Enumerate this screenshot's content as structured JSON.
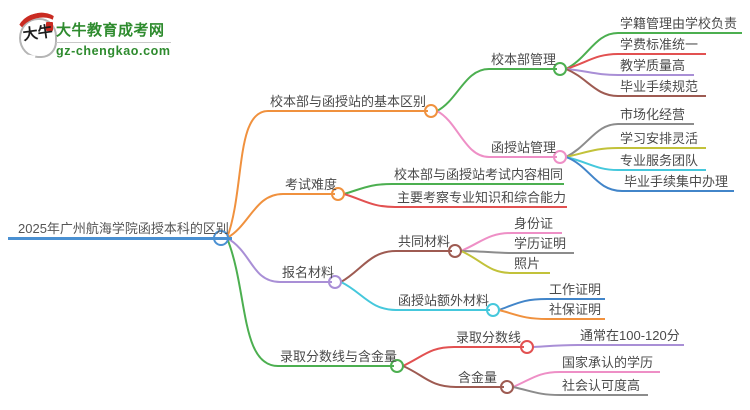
{
  "logo": {
    "icon_text": "大牛",
    "title": "大牛教育成考网",
    "domain": "gz-chengkao.com"
  },
  "palette": {
    "root_blue": "#4A90D2",
    "orange": "#F0913E",
    "green": "#4CAF50",
    "pink": "#EE8FC6",
    "purple": "#A98FD6",
    "red": "#E25151",
    "brown": "#9E5B52",
    "gray": "#8C8C8C",
    "olive": "#C2C23A",
    "cyan": "#45C8DC",
    "blue": "#4285C9",
    "text": "#4A4A4A",
    "logo_green": "#2E8B2E"
  },
  "mindmap": {
    "root": {
      "label": "2025年广州航海学院函授本科的区别"
    },
    "branches": [
      {
        "label": "校本部与函授站的基本区别",
        "children": [
          {
            "label": "校本部管理",
            "children": [
              "学籍管理由学校负责",
              "学费标准统一",
              "教学质量高",
              "毕业手续规范"
            ]
          },
          {
            "label": "函授站管理",
            "children": [
              "市场化经营",
              "学习安排灵活",
              "专业服务团队",
              "毕业手续集中办理"
            ]
          }
        ]
      },
      {
        "label": "考试难度",
        "children": [
          "校本部与函授站考试内容相同",
          "主要考察专业知识和综合能力"
        ]
      },
      {
        "label": "报名材料",
        "children": [
          {
            "label": "共同材料",
            "children": [
              "身份证",
              "学历证明",
              "照片"
            ]
          },
          {
            "label": "函授站额外材料",
            "children": [
              "工作证明",
              "社保证明"
            ]
          }
        ]
      },
      {
        "label": "录取分数线与含金量",
        "children": [
          {
            "label": "录取分数线",
            "children": [
              "通常在100-120分"
            ]
          },
          {
            "label": "含金量",
            "children": [
              "国家承认的学历",
              "社会认可度高"
            ]
          }
        ]
      }
    ]
  }
}
